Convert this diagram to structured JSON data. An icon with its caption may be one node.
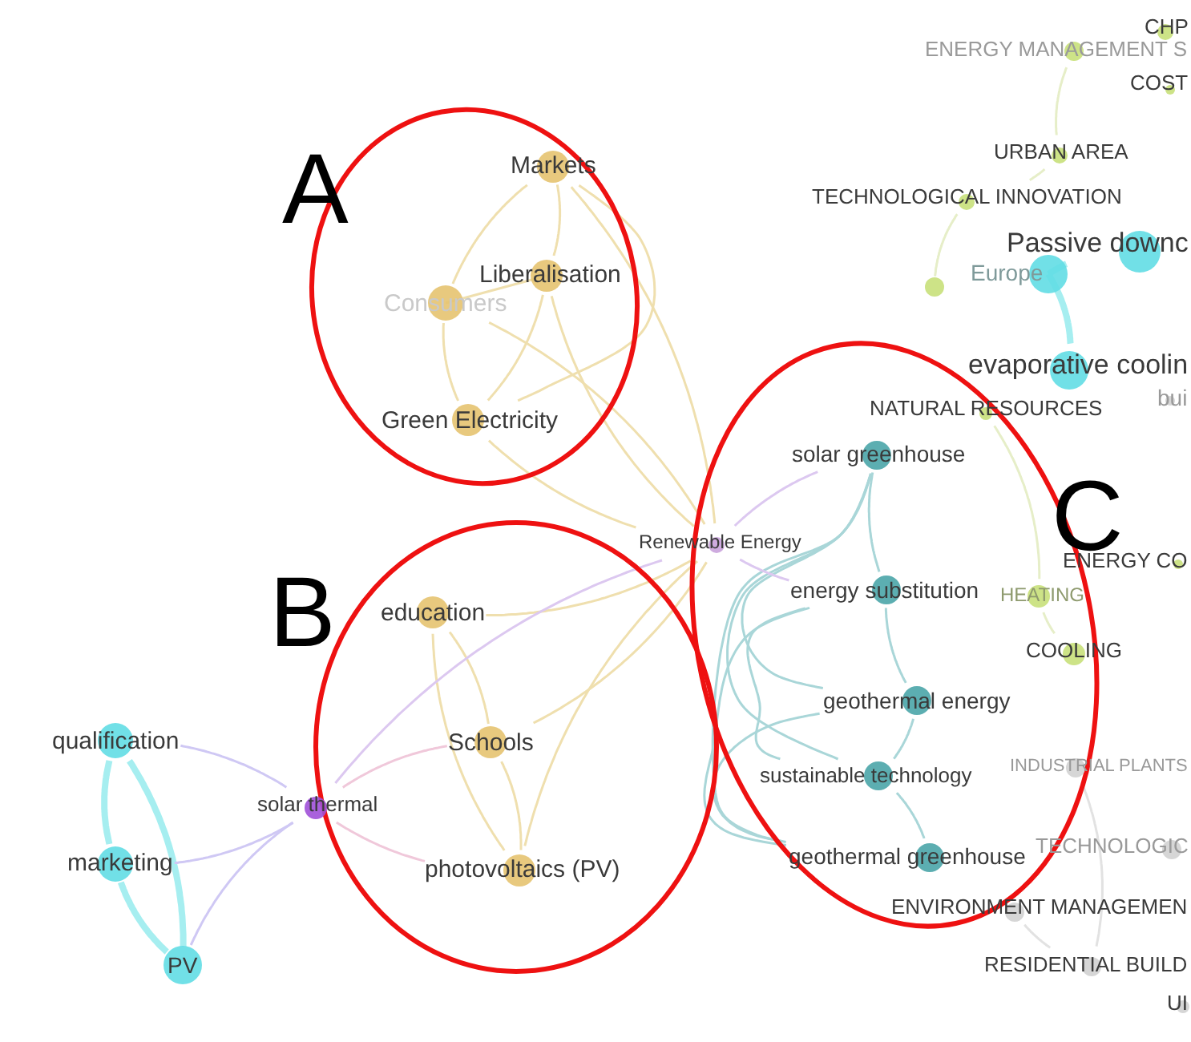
{
  "diagram": {
    "nodes": [
      {
        "text": [
          "Markets"
        ]
      },
      {
        "text": [
          "Liberalisation"
        ]
      },
      {
        "text": [
          "Consumers"
        ]
      },
      {
        "text": [
          "Green Electricity"
        ]
      },
      {
        "text": [
          "Renewable Energy"
        ]
      },
      {
        "text": [
          "education"
        ]
      },
      {
        "text": [
          "Schools"
        ]
      },
      {
        "text": [
          "photovoltaics (PV)"
        ]
      },
      {
        "text": [
          "solar thermal"
        ]
      },
      {
        "text": [
          "qualification"
        ]
      },
      {
        "text": [
          "marketing"
        ]
      },
      {
        "text": [
          "PV"
        ]
      },
      {
        "text": [
          "solar greenhouse"
        ]
      },
      {
        "text": [
          "energy substitution"
        ]
      },
      {
        "text": [
          "geothermal energy"
        ]
      },
      {
        "text": [
          "sustainable technology"
        ]
      },
      {
        "text": [
          "geothermal greenhouse"
        ]
      },
      {
        "text": [
          "NATURAL RESOURCES"
        ]
      },
      {
        "text": [
          "CHP"
        ]
      },
      {
        "text": [
          "ENERGY MANAGEMENT S"
        ]
      },
      {
        "text": [
          "COST"
        ]
      },
      {
        "text": [
          "URBAN AREA"
        ]
      },
      {
        "text": [
          "TECHNOLOGICAL INNOVATION"
        ]
      },
      {
        "text": [
          "Passive downc"
        ]
      },
      {
        "text": [
          "Europe"
        ]
      },
      {
        "text": [],
        "shape": "circle"
      },
      {
        "text": [
          "evaporative coolin"
        ]
      },
      {
        "text": [
          "bui"
        ]
      },
      {
        "text": [
          "ENERGY CO"
        ]
      },
      {
        "text": [
          "HEATING"
        ]
      },
      {
        "text": [
          "COOLING"
        ]
      },
      {
        "text": [
          "INDUSTRIAL PLANTS"
        ]
      },
      {
        "text": [
          "TECHNOLOGIC"
        ]
      },
      {
        "text": [
          "ENVIRONMENT MANAGEMEN"
        ]
      },
      {
        "text": [
          "RESIDENTIAL BUILD"
        ]
      },
      {
        "text": [
          "UI"
        ]
      }
    ],
    "edges": [
      {
        "from": 0,
        "to": 1,
        "arrow": "none"
      },
      {
        "from": 0,
        "to": 2,
        "arrow": "none"
      },
      {
        "from": 0,
        "to": 3,
        "arrow": "none"
      },
      {
        "from": 1,
        "to": 2,
        "arrow": "none"
      },
      {
        "from": 1,
        "to": 3,
        "arrow": "none"
      },
      {
        "from": 2,
        "to": 3,
        "arrow": "none"
      },
      {
        "from": 0,
        "to": 4,
        "arrow": "none"
      },
      {
        "from": 1,
        "to": 4,
        "arrow": "none"
      },
      {
        "from": 2,
        "to": 4,
        "arrow": "none"
      },
      {
        "from": 3,
        "to": 4,
        "arrow": "none"
      },
      {
        "from": 5,
        "to": 6,
        "arrow": "none"
      },
      {
        "from": 5,
        "to": 7,
        "arrow": "none"
      },
      {
        "from": 6,
        "to": 7,
        "arrow": "none"
      },
      {
        "from": 6,
        "to": 4,
        "arrow": "none"
      },
      {
        "from": 7,
        "to": 4,
        "arrow": "none"
      },
      {
        "from": 5,
        "to": 4,
        "arrow": "none"
      },
      {
        "from": 8,
        "to": 6,
        "arrow": "none",
        "color": "#f0c8da"
      },
      {
        "from": 8,
        "to": 7,
        "arrow": "none",
        "color": "#f0c8da"
      },
      {
        "from": 8,
        "to": 4,
        "arrow": "none",
        "color": "#dcc8f0"
      },
      {
        "from": 9,
        "to": 10,
        "arrow": "none",
        "style": "thick",
        "color": "#a6eef0"
      },
      {
        "from": 9,
        "to": 11,
        "arrow": "none",
        "style": "thick",
        "color": "#a6eef0"
      },
      {
        "from": 10,
        "to": 11,
        "arrow": "none",
        "style": "thick",
        "color": "#a6eef0"
      },
      {
        "from": 9,
        "to": 8,
        "arrow": "none",
        "color": "#cfc8f4"
      },
      {
        "from": 10,
        "to": 8,
        "arrow": "none",
        "color": "#cfc8f4"
      },
      {
        "from": 11,
        "to": 8,
        "arrow": "none",
        "color": "#cfc8f4"
      },
      {
        "from": 12,
        "to": 13,
        "arrow": "none",
        "color": "#a9d6d8"
      },
      {
        "from": 12,
        "to": 14,
        "arrow": "none",
        "color": "#a9d6d8"
      },
      {
        "from": 12,
        "to": 15,
        "arrow": "none",
        "color": "#a9d6d8"
      },
      {
        "from": 12,
        "to": 16,
        "arrow": "none",
        "color": "#a9d6d8"
      },
      {
        "from": 13,
        "to": 14,
        "arrow": "none",
        "color": "#a9d6d8"
      },
      {
        "from": 13,
        "to": 15,
        "arrow": "none",
        "color": "#a9d6d8"
      },
      {
        "from": 13,
        "to": 16,
        "arrow": "none",
        "color": "#a9d6d8"
      },
      {
        "from": 14,
        "to": 15,
        "arrow": "none",
        "color": "#a9d6d8"
      },
      {
        "from": 14,
        "to": 16,
        "arrow": "none",
        "color": "#a9d6d8"
      },
      {
        "from": 15,
        "to": 16,
        "arrow": "none",
        "color": "#a9d6d8"
      },
      {
        "from": 4,
        "to": 13,
        "arrow": "none",
        "color": "#dcc8f0"
      },
      {
        "from": 4,
        "to": 12,
        "arrow": "none",
        "color": "#dcc8f0"
      },
      {
        "from": 23,
        "to": 24,
        "arrow": "none",
        "style": "thick",
        "color": "#a6eef0"
      },
      {
        "from": 24,
        "to": 26,
        "arrow": "none",
        "style": "thick",
        "color": "#a6eef0"
      },
      {
        "from": 22,
        "to": 21,
        "arrow": "none",
        "color": "#e6eec8"
      },
      {
        "from": 21,
        "to": 19,
        "arrow": "none",
        "color": "#e6eec8"
      },
      {
        "from": 22,
        "to": 25,
        "arrow": "none",
        "color": "#e6eec8"
      },
      {
        "from": 17,
        "to": 29,
        "arrow": "none",
        "color": "#e6eec8"
      },
      {
        "from": 29,
        "to": 30,
        "arrow": "none",
        "color": "#e6eec8"
      },
      {
        "from": 31,
        "to": 34,
        "arrow": "none",
        "color": "#e2e2e2"
      },
      {
        "from": 33,
        "to": 34,
        "arrow": "none",
        "color": "#e2e2e2"
      }
    ],
    "labels": [
      "A",
      "B",
      "C"
    ]
  }
}
